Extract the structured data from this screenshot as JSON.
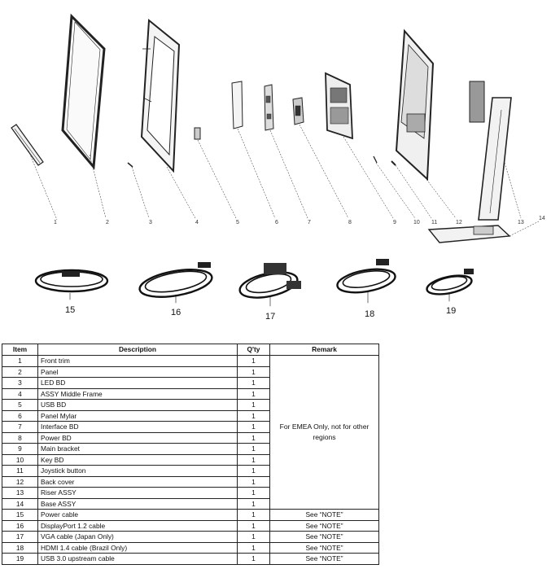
{
  "diagram": {
    "callouts": [
      "1",
      "2",
      "3",
      "4",
      "5",
      "6",
      "7",
      "8",
      "9",
      "10",
      "11",
      "12",
      "13",
      "14"
    ],
    "cables": [
      "15",
      "16",
      "17",
      "18",
      "19"
    ]
  },
  "table": {
    "headers": {
      "item": "Item",
      "description": "Description",
      "qty": "Q'ty",
      "remark": "Remark"
    },
    "rows": [
      {
        "item": "1",
        "description": "Front trim",
        "qty": "1"
      },
      {
        "item": "2",
        "description": "Panel",
        "qty": "1"
      },
      {
        "item": "3",
        "description": "LED BD",
        "qty": "1"
      },
      {
        "item": "4",
        "description": "ASSY Middle Frame",
        "qty": "1"
      },
      {
        "item": "5",
        "description": "USB BD",
        "qty": "1"
      },
      {
        "item": "6",
        "description": "Panel Mylar",
        "qty": "1"
      },
      {
        "item": "7",
        "description": "Interface BD",
        "qty": "1"
      },
      {
        "item": "8",
        "description": "Power BD",
        "qty": "1"
      },
      {
        "item": "9",
        "description": "Main bracket",
        "qty": "1"
      },
      {
        "item": "10",
        "description": "Key BD",
        "qty": "1"
      },
      {
        "item": "11",
        "description": "Joystick button",
        "qty": "1"
      },
      {
        "item": "12",
        "description": "Back cover",
        "qty": "1"
      },
      {
        "item": "13",
        "description": "Riser ASSY",
        "qty": "1"
      },
      {
        "item": "14",
        "description": "Base ASSY",
        "qty": "1"
      },
      {
        "item": "15",
        "description": "Power cable",
        "qty": "1",
        "remark": "See “NOTE”"
      },
      {
        "item": "16",
        "description": "DisplayPort 1.2 cable",
        "qty": "1",
        "remark": "See “NOTE”"
      },
      {
        "item": "17",
        "description": "VGA cable (Japan Only)",
        "qty": "1",
        "remark": "See “NOTE”"
      },
      {
        "item": "18",
        "description": "HDMI 1.4 cable (Brazil Only)",
        "qty": "1",
        "remark": "See “NOTE”"
      },
      {
        "item": "19",
        "description": "USB 3.0 upstream cable",
        "qty": "1",
        "remark": "See “NOTE”"
      }
    ],
    "merged_remark": "For EMEA Only, not for other regions"
  }
}
